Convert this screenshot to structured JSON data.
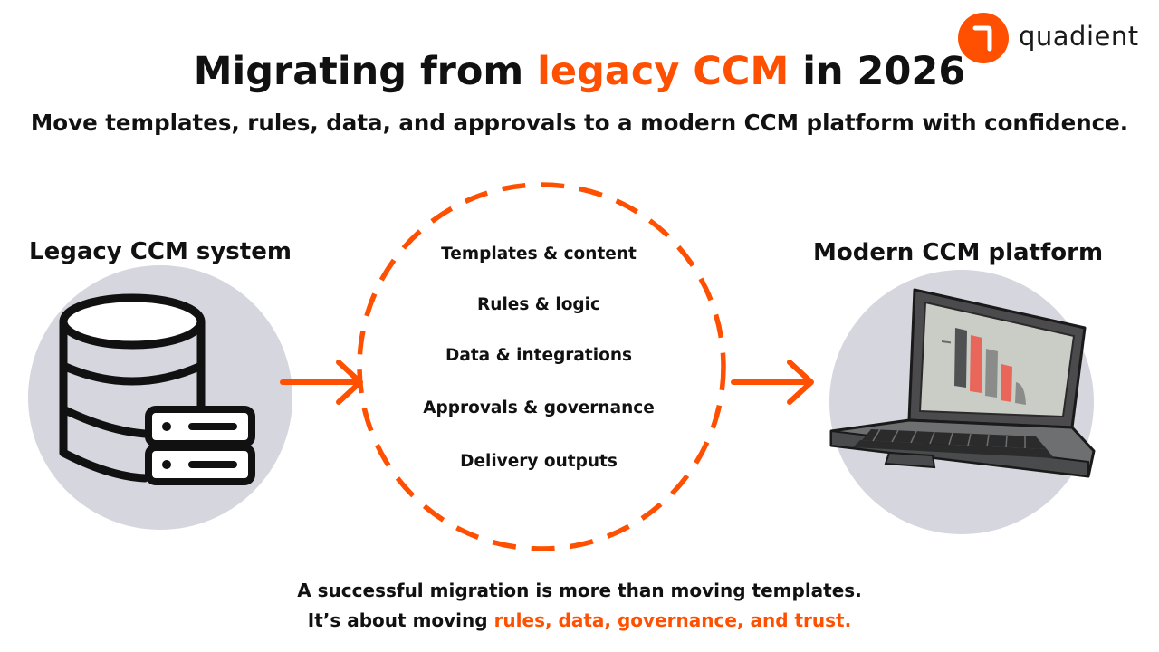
{
  "brand": {
    "logo_text": "quadient",
    "accent_color": "#fe5000",
    "text_color": "#111111",
    "bubble_color": "#d5d6de"
  },
  "header": {
    "title_prefix": "Migrating from ",
    "title_highlight": "legacy CCM",
    "title_suffix": " in 2026",
    "subtitle": "Move templates, rules, data, and approvals to a modern CCM platform with confidence."
  },
  "source": {
    "label": "Legacy CCM system",
    "icon": "database-server-icon"
  },
  "target": {
    "label": "Modern CCM platform",
    "icon": "laptop-chart-icon"
  },
  "migration_items": [
    "Templates & content",
    "Rules & logic",
    "Data & integrations",
    "Approvals & governance",
    "Delivery outputs"
  ],
  "footer": {
    "line1": "A successful migration is more than moving templates.",
    "line2_prefix": "It’s about moving ",
    "line2_highlight": "rules, data, governance, and trust."
  }
}
